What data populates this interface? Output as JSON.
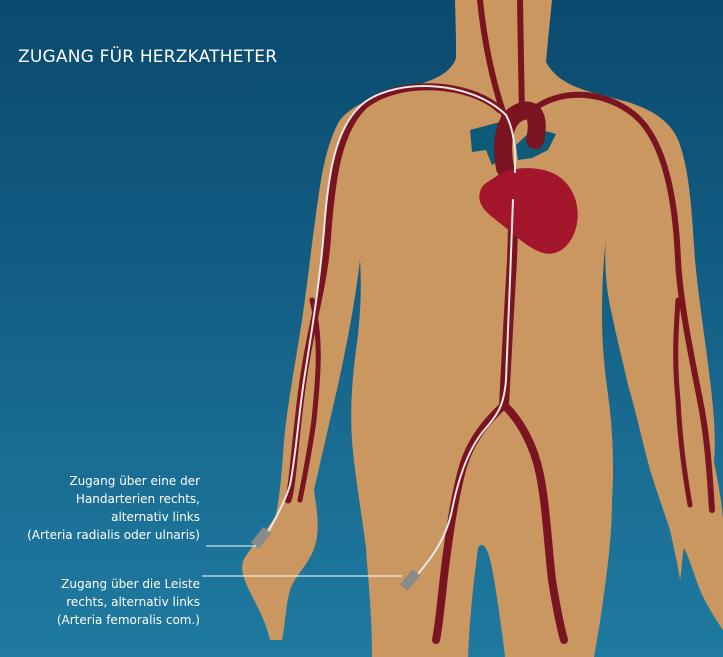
{
  "title": "ZUGANG FÜR HERZKATHETER",
  "callouts": {
    "hand": {
      "lines": [
        "Zugang über eine der",
        "Handarterien rechts,",
        "alternativ links",
        "(Arteria radialis oder ulnaris)"
      ]
    },
    "groin": {
      "lines": [
        "Zugang über die Leiste",
        "rechts, alternativ links",
        "(Arteria femoralis com.)"
      ]
    }
  },
  "colors": {
    "background_top": "#0b4a6e",
    "background_bottom": "#1f7aa0",
    "body": "#c9975f",
    "artery": "#7a1420",
    "heart": "#a3152a",
    "vein": "#0d5b78",
    "catheter": "#e8e8e8",
    "sheath": "#8a8a8a"
  }
}
